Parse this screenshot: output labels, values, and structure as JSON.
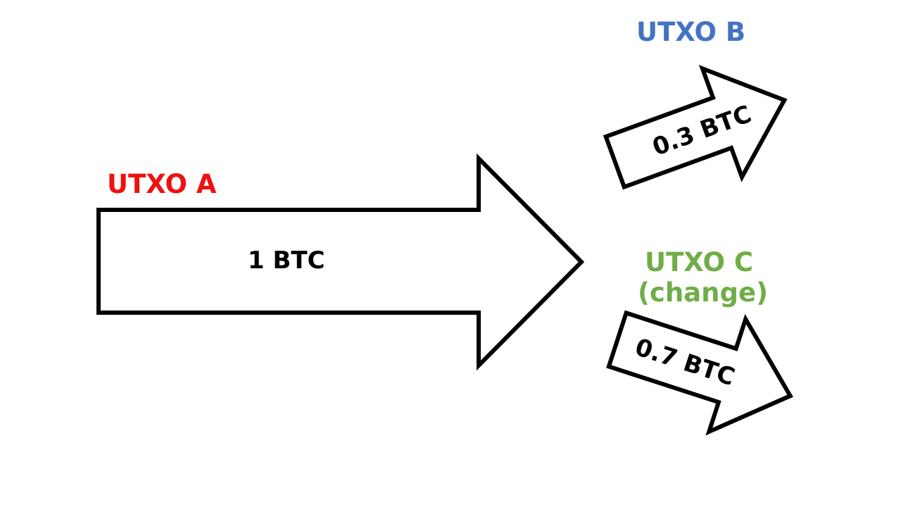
{
  "utxos": {
    "a": {
      "label": "UTXO A",
      "amount": "1 BTC",
      "color": "#ee1111"
    },
    "b": {
      "label": "UTXO B",
      "amount": "0.3 BTC",
      "color": "#4472c4"
    },
    "c": {
      "label": "UTXO C",
      "sublabel": "(change)",
      "amount": "0.7 BTC",
      "color": "#70ad47"
    }
  }
}
